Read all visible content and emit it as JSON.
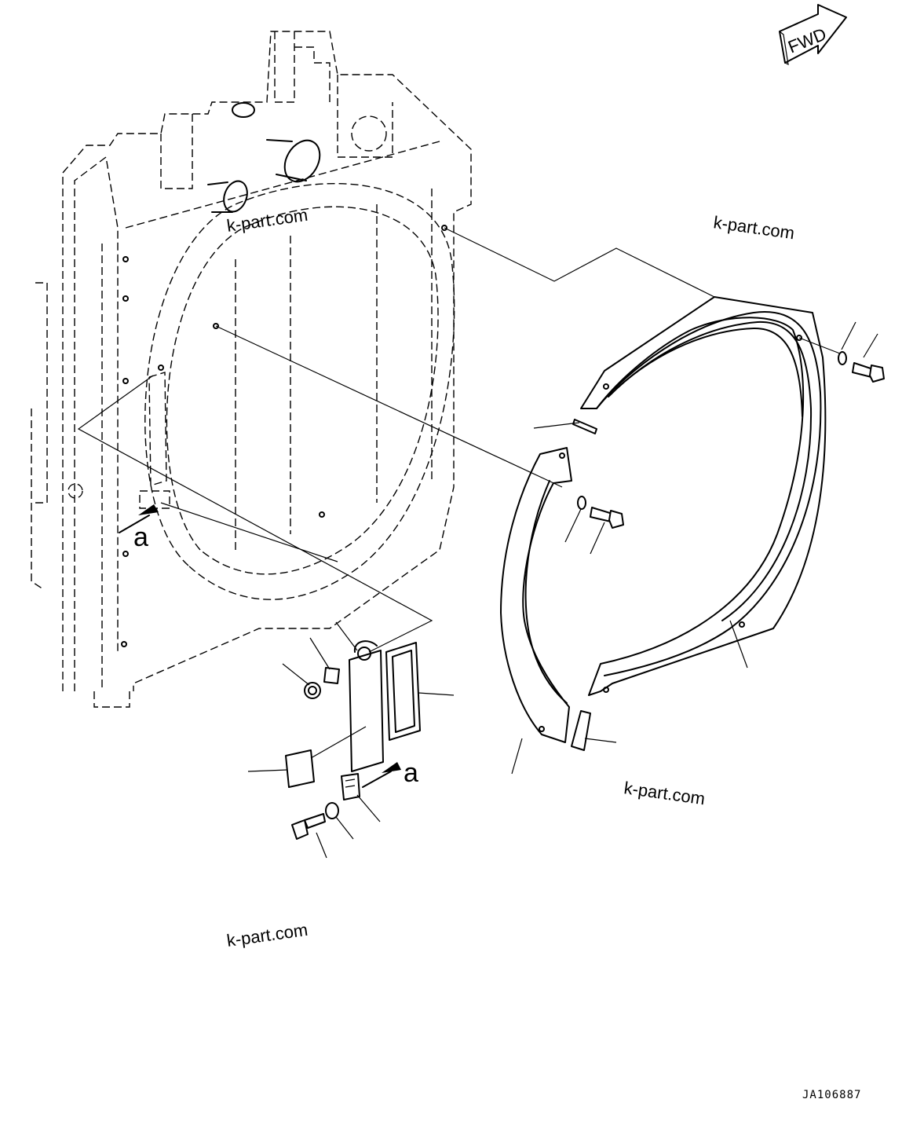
{
  "direction_badge": {
    "label": "FWD"
  },
  "watermarks": [
    "k-part.com",
    "k-part.com",
    "k-part.com",
    "k-part.com"
  ],
  "view_labels": [
    "a",
    "a"
  ],
  "drawing_code": "JA106887",
  "icons": [
    "fwd-arrow-icon"
  ]
}
